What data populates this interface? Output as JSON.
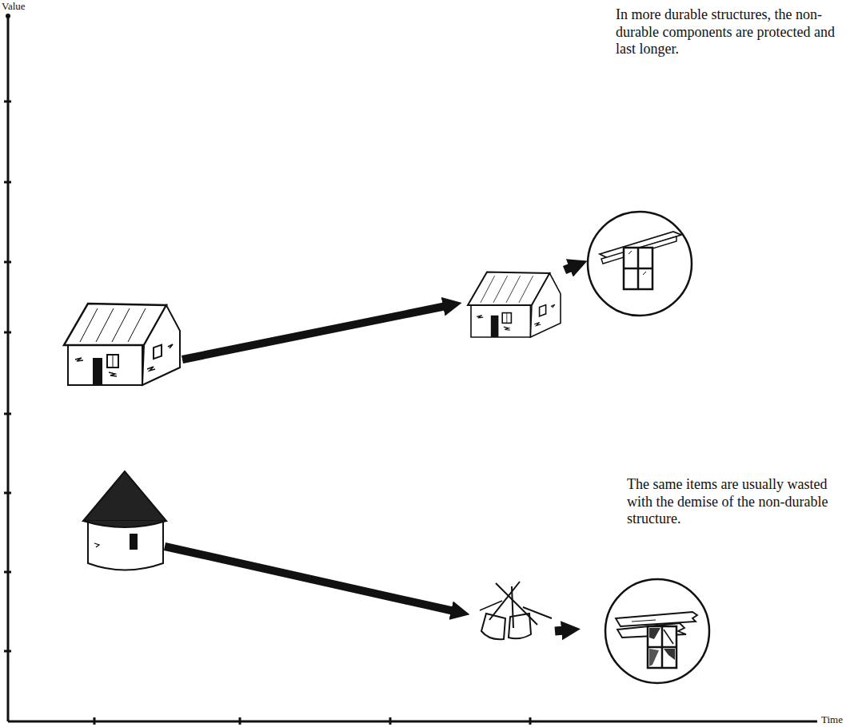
{
  "diagram": {
    "labels": [
      "Value",
      "Time",
      "In more durable structures, the non-durable components are protected and last longer.",
      "The same items are usually wasted with the demise of the non-durable structure."
    ]
  }
}
